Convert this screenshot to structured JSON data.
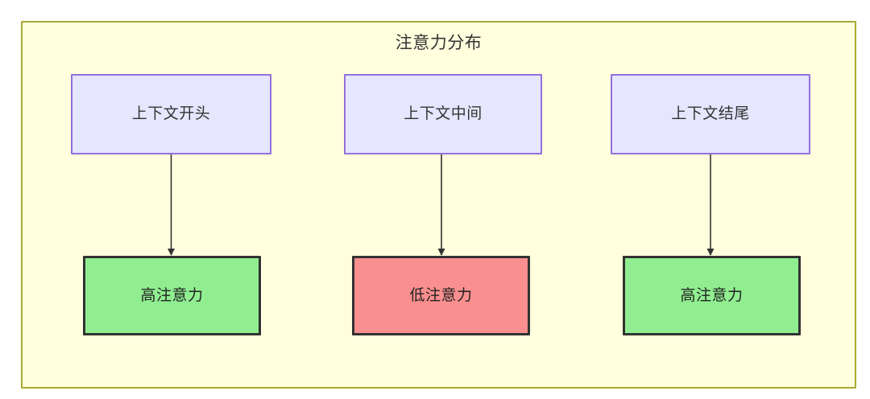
{
  "diagram": {
    "title": "注意力分布",
    "frame": {
      "background_color": "#FFFFDE",
      "border_color": "#AAAA33"
    },
    "context_nodes": [
      {
        "id": "context-start",
        "label": "上下文开头",
        "fill": "#E6E6FF",
        "stroke": "#9370DB"
      },
      {
        "id": "context-middle",
        "label": "上下文中间",
        "fill": "#E6E6FF",
        "stroke": "#9370DB"
      },
      {
        "id": "context-end",
        "label": "上下文结尾",
        "fill": "#E6E6FF",
        "stroke": "#9370DB"
      }
    ],
    "attention_nodes": [
      {
        "id": "attention-high-start",
        "label": "高注意力",
        "level": "high",
        "fill": "#90EE90",
        "stroke": "#333333"
      },
      {
        "id": "attention-low-middle",
        "label": "低注意力",
        "level": "low",
        "fill": "#FA8F8F",
        "stroke": "#333333"
      },
      {
        "id": "attention-high-end",
        "label": "高注意力",
        "level": "high",
        "fill": "#90EE90",
        "stroke": "#333333"
      }
    ],
    "edges": [
      {
        "from": "上下文开头",
        "to": "高注意力",
        "label": ""
      },
      {
        "from": "上下文中间",
        "to": "低注意力",
        "label": ""
      },
      {
        "from": "上下文结尾",
        "to": "高注意力",
        "label": ""
      }
    ],
    "edge_color": "#333333"
  }
}
